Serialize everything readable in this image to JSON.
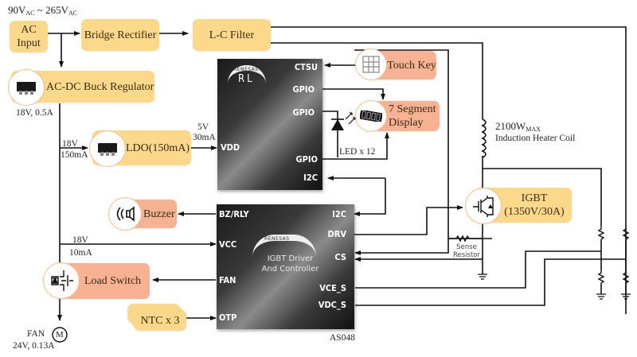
{
  "input_voltage": {
    "prefix1": "90V",
    "sub1": "AC",
    "sep": " ~ ",
    "prefix2": "265V",
    "sub2": "AC"
  },
  "blocks": {
    "ac_input": {
      "line1": "AC",
      "line2": "Input"
    },
    "bridge_rectifier": "Bridge Rectifier",
    "lc_filter": "L-C Filter",
    "buck_regulator": "AC-DC Buck Regulator",
    "ldo": "LDO(150mA)",
    "buzzer": "Buzzer",
    "load_switch": "Load Switch",
    "ntc": "NTC x 3",
    "touch_key": "Touch Key",
    "seven_segment": {
      "line1": "7 Segment",
      "line2": "Display"
    },
    "igbt": {
      "line1": "IGBT",
      "line2": "(1350V/30A)"
    }
  },
  "labels": {
    "buck_output": "18V, 0.5A",
    "ldo_in_v": "18V",
    "ldo_in_i": "150mA",
    "ldo_out_v": "5V",
    "ldo_out_i": "30mA",
    "vcc_v": "18V",
    "vcc_i": "10mA",
    "led": "LED x 12",
    "coil_power": "2100W",
    "coil_power_sub": "MAX",
    "coil_name": "Induction Heater Coil",
    "sense_resistor_1": "Sense",
    "sense_resistor_2": "Resistor",
    "fan_name": "FAN",
    "fan_spec": "24V, 0.13A",
    "motor_symbol": "M",
    "part_number": "AS048"
  },
  "mcu_rl": {
    "brand": "RENESAS",
    "family": "RL",
    "pins_right": [
      "CTSU",
      "GPIO",
      "GPIO",
      "GPIO",
      "I2C"
    ],
    "pins_left": [
      "VDD"
    ]
  },
  "igbt_driver": {
    "brand": "RENESAS",
    "title_line1": "IGBT Driver",
    "title_line2": "And Controller",
    "pins_left": [
      "BZ/RLY",
      "VCC",
      "FAN",
      "OTP"
    ],
    "pins_right": [
      "I2C",
      "DRV",
      "CS",
      "VCE_S",
      "VDC_S"
    ]
  },
  "colors": {
    "power_block": "#fcd98a",
    "peripheral_block": "#f6b293",
    "wire": "#111111"
  }
}
